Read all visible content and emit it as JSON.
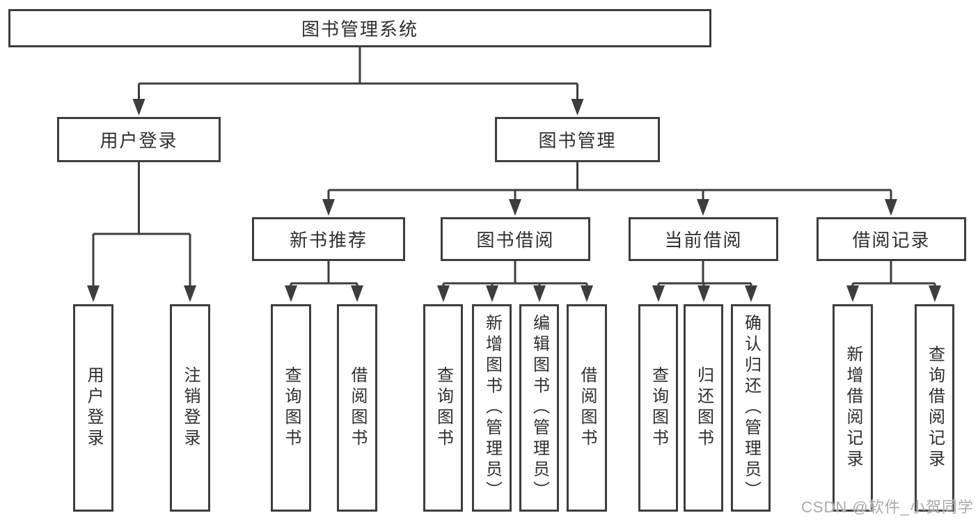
{
  "diagram": {
    "type": "hierarchy-tree",
    "title": "图书管理系统",
    "colors": {
      "line": "#3d3d3d",
      "box_border": "#3d3d3d",
      "text": "#2e2e2e",
      "background": "#ffffff",
      "watermark_text_color": "#a9a9a9"
    },
    "nodes": {
      "root": {
        "label": "图书管理系统"
      },
      "login": {
        "label": "用户登录"
      },
      "mgmt": {
        "label": "图书管理"
      },
      "rec": {
        "label": "新书推荐"
      },
      "borrow": {
        "label": "图书借阅"
      },
      "current": {
        "label": "当前借阅"
      },
      "records": {
        "label": "借阅记录"
      },
      "login_user": {
        "label": "用户登录"
      },
      "login_out": {
        "label": "注销登录"
      },
      "rec_query": {
        "label": "查询图书"
      },
      "rec_borrow": {
        "label": "借阅图书"
      },
      "bor_query": {
        "label": "查询图书"
      },
      "bor_add": {
        "label": "新增图书（管理员）"
      },
      "bor_edit": {
        "label": "编辑图书（管理员）"
      },
      "bor_borrow": {
        "label": "借阅图书"
      },
      "cur_query": {
        "label": "查询图书"
      },
      "cur_return": {
        "label": "归还图书"
      },
      "cur_confirm": {
        "label": "确认归还（管理员）"
      },
      "recd_add": {
        "label": "新增借阅记录"
      },
      "recd_query": {
        "label": "查询借阅记录"
      }
    },
    "structure": {
      "图书管理系统": [
        "用户登录",
        "图书管理"
      ],
      "用户登录": [
        "用户登录",
        "注销登录"
      ],
      "图书管理": [
        "新书推荐",
        "图书借阅",
        "当前借阅",
        "借阅记录"
      ],
      "新书推荐": [
        "查询图书",
        "借阅图书"
      ],
      "图书借阅": [
        "查询图书",
        "新增图书（管理员）",
        "编辑图书（管理员）",
        "借阅图书"
      ],
      "当前借阅": [
        "查询图书",
        "归还图书",
        "确认归还（管理员）"
      ],
      "借阅记录": [
        "新增借阅记录",
        "查询借阅记录"
      ]
    },
    "watermark": {
      "text": "CSDN @软件_小贺同学"
    }
  }
}
